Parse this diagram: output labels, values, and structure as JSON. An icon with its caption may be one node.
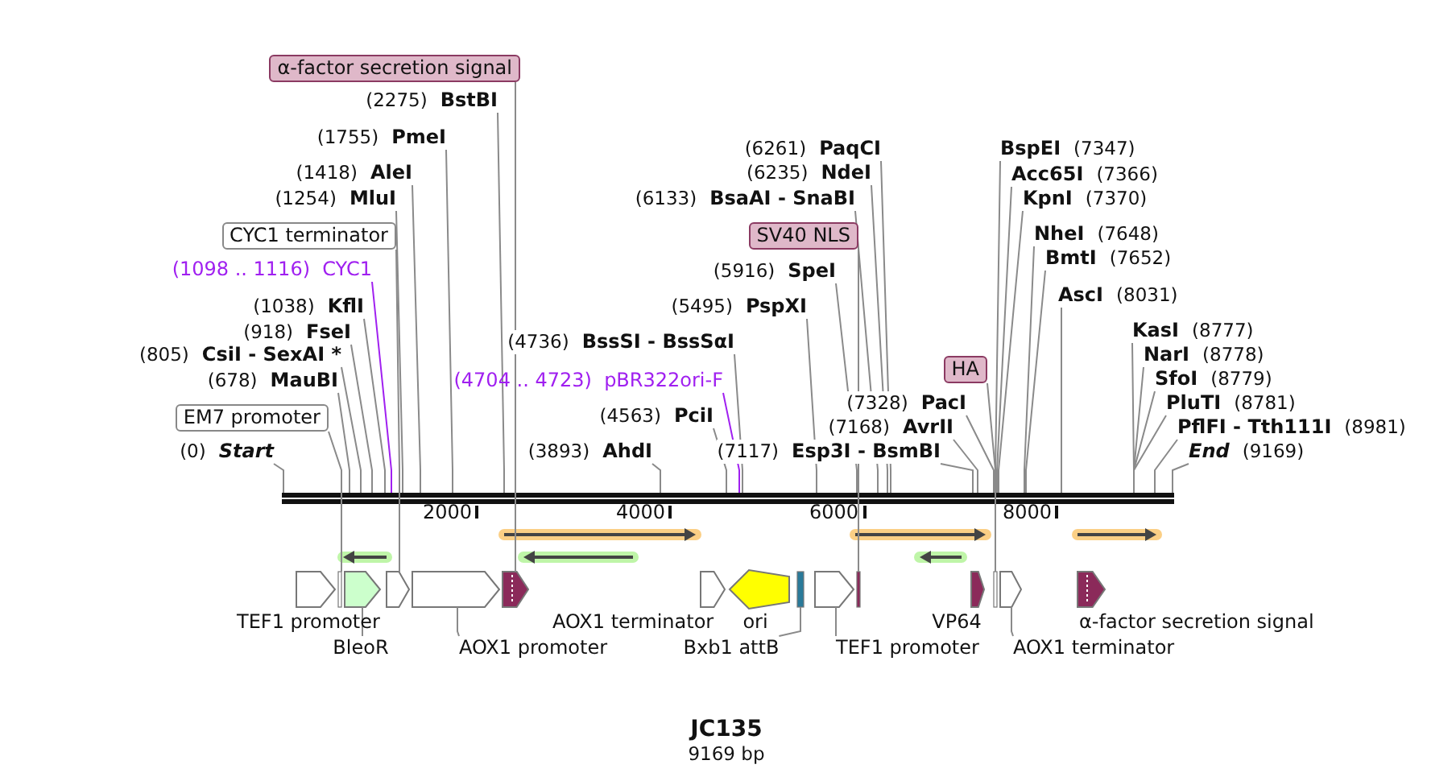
{
  "diagram": {
    "title": "JC135",
    "caption": "9169 bp",
    "nodes": [
      {
        "text": [
          "α-factor secretion signal"
        ]
      },
      {
        "text": [
          "(2275)",
          "BstBI"
        ]
      },
      {
        "text": [
          "(1755)",
          "PmeI"
        ]
      },
      {
        "text": [
          "(1418)",
          "AleI"
        ]
      },
      {
        "text": [
          "(1254)",
          "MluI"
        ]
      },
      {
        "text": [
          "CYC1 terminator"
        ]
      },
      {
        "text": [
          "(1098 .. 1116)",
          "CYC1"
        ]
      },
      {
        "text": [
          "(1038)",
          "KflI"
        ]
      },
      {
        "text": [
          "(918)",
          "FseI"
        ]
      },
      {
        "text": [
          "(805)",
          "CsiI - SexAI *"
        ]
      },
      {
        "text": [
          "(678)",
          "MauBI"
        ]
      },
      {
        "text": [
          "EM7 promoter"
        ]
      },
      {
        "text": [
          "(0)",
          "Start"
        ]
      },
      {
        "text": [
          "(3893)",
          "AhdI"
        ]
      },
      {
        "text": [
          "(4736)",
          "BssSI - BssSαI"
        ]
      },
      {
        "text": [
          "(4704 .. 4723)",
          "pBR322ori-F"
        ]
      },
      {
        "text": [
          "(4563)",
          "PciI"
        ]
      },
      {
        "text": [
          "(7117)",
          "Esp3I - BsmBI"
        ]
      },
      {
        "text": [
          "(5495)",
          "PspXI"
        ]
      },
      {
        "text": [
          "(5916)",
          "SpeI"
        ]
      },
      {
        "text": [
          "SV40 NLS"
        ]
      },
      {
        "text": [
          "(6133)",
          "BsaAI - SnaBI"
        ]
      },
      {
        "text": [
          "(6235)",
          "NdeI"
        ]
      },
      {
        "text": [
          "(6261)",
          "PaqCI"
        ]
      },
      {
        "text": [
          "(7328)",
          "PacI"
        ]
      },
      {
        "text": [
          "(7168)",
          "AvrII"
        ]
      },
      {
        "text": [
          "HA"
        ]
      },
      {
        "text": [
          "BspEI",
          "(7347)"
        ]
      },
      {
        "text": [
          "Acc65I",
          "(7366)"
        ]
      },
      {
        "text": [
          "KpnI",
          "(7370)"
        ]
      },
      {
        "text": [
          "NheI",
          "(7648)"
        ]
      },
      {
        "text": [
          "BmtI",
          "(7652)"
        ]
      },
      {
        "text": [
          "AscI",
          "(8031)"
        ]
      },
      {
        "text": [
          "KasI",
          "(8777)"
        ]
      },
      {
        "text": [
          "NarI",
          "(8778)"
        ]
      },
      {
        "text": [
          "SfoI",
          "(8779)"
        ]
      },
      {
        "text": [
          "PluTI",
          "(8781)"
        ]
      },
      {
        "text": [
          "PflFI - Tth111I",
          "(8981)"
        ]
      },
      {
        "text": [
          "End",
          "(9169)"
        ]
      },
      {
        "text": [
          "BleoR"
        ]
      },
      {
        "text": [
          "AOX1 promoter"
        ]
      },
      {
        "text": [
          "Bxb1 attB"
        ]
      },
      {
        "text": [
          "TEF1 promoter"
        ]
      },
      {
        "text": [
          "AOX1 terminator"
        ]
      },
      {
        "text": [],
        "shape": "bar"
      },
      {
        "text": [],
        "shape": "box"
      },
      {
        "text": [],
        "shape": "pentagon"
      },
      {
        "text": [],
        "shape": "pentagon"
      },
      {
        "text": [],
        "shape": "pentagon"
      },
      {
        "text": [],
        "shape": "pentagon"
      },
      {
        "text": [],
        "shape": "box"
      },
      {
        "text": [],
        "shape": "pentagon"
      },
      {
        "text": [],
        "shape": "box"
      },
      {
        "text": [],
        "shape": "box"
      },
      {
        "text": [],
        "shape": "pentagon"
      }
    ],
    "edges": [
      {
        "from": 0,
        "to": 49,
        "arrow": "none"
      },
      {
        "from": 1,
        "to": 44,
        "arrow": "none"
      },
      {
        "from": 2,
        "to": 44,
        "arrow": "none"
      },
      {
        "from": 3,
        "to": 44,
        "arrow": "none"
      },
      {
        "from": 4,
        "to": 44,
        "arrow": "none"
      },
      {
        "from": 5,
        "to": 47,
        "arrow": "none"
      },
      {
        "from": 6,
        "to": 44,
        "arrow": "none",
        "color": "#a020f0"
      },
      {
        "from": 7,
        "to": 44,
        "arrow": "none"
      },
      {
        "from": 8,
        "to": 44,
        "arrow": "none"
      },
      {
        "from": 9,
        "to": 44,
        "arrow": "none"
      },
      {
        "from": 10,
        "to": 44,
        "arrow": "none"
      },
      {
        "from": 11,
        "to": 45,
        "arrow": "none"
      },
      {
        "from": 12,
        "to": 44,
        "arrow": "none"
      },
      {
        "from": 13,
        "to": 44,
        "arrow": "none"
      },
      {
        "from": 14,
        "to": 44,
        "arrow": "none"
      },
      {
        "from": 15,
        "to": 44,
        "arrow": "none",
        "color": "#a020f0"
      },
      {
        "from": 16,
        "to": 44,
        "arrow": "none"
      },
      {
        "from": 17,
        "to": 44,
        "arrow": "none"
      },
      {
        "from": 18,
        "to": 44,
        "arrow": "none"
      },
      {
        "from": 19,
        "to": 44,
        "arrow": "none"
      },
      {
        "from": 20,
        "to": 52,
        "arrow": "none"
      },
      {
        "from": 21,
        "to": 44,
        "arrow": "none"
      },
      {
        "from": 22,
        "to": 44,
        "arrow": "none"
      },
      {
        "from": 23,
        "to": 44,
        "arrow": "none"
      },
      {
        "from": 24,
        "to": 44,
        "arrow": "none"
      },
      {
        "from": 25,
        "to": 44,
        "arrow": "none"
      },
      {
        "from": 26,
        "to": 53,
        "arrow": "none"
      },
      {
        "from": 27,
        "to": 44,
        "arrow": "none"
      },
      {
        "from": 28,
        "to": 44,
        "arrow": "none"
      },
      {
        "from": 29,
        "to": 44,
        "arrow": "none"
      },
      {
        "from": 30,
        "to": 44,
        "arrow": "none"
      },
      {
        "from": 31,
        "to": 44,
        "arrow": "none"
      },
      {
        "from": 32,
        "to": 44,
        "arrow": "none"
      },
      {
        "from": 33,
        "to": 44,
        "arrow": "none"
      },
      {
        "from": 34,
        "to": 44,
        "arrow": "none"
      },
      {
        "from": 35,
        "to": 44,
        "arrow": "none"
      },
      {
        "from": 36,
        "to": 44,
        "arrow": "none"
      },
      {
        "from": 37,
        "to": 44,
        "arrow": "none"
      },
      {
        "from": 38,
        "to": 44,
        "arrow": "none"
      },
      {
        "from": 39,
        "to": 46,
        "arrow": "none"
      },
      {
        "from": 40,
        "to": 48,
        "arrow": "none"
      },
      {
        "from": 41,
        "to": 50,
        "arrow": "none"
      },
      {
        "from": 42,
        "to": 51,
        "arrow": "none"
      },
      {
        "from": 43,
        "to": 54,
        "arrow": "none"
      }
    ],
    "labels": [
      "2000",
      "4000",
      "6000",
      "8000",
      "TEF1 promoter",
      "AOX1 terminator",
      "ori",
      "VP64",
      "α-factor secretion signal"
    ]
  }
}
